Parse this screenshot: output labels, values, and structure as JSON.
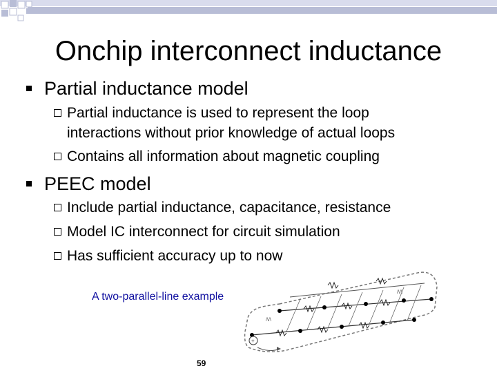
{
  "slide": {
    "title": "Onchip interconnect inductance",
    "bullets": [
      {
        "text": "Partial inductance model",
        "sub": [
          "Partial inductance is used to represent the loop",
          "interactions without prior knowledge of actual loops",
          "Contains all information about magnetic coupling"
        ]
      },
      {
        "text": "PEEC model",
        "sub": [
          "Include partial inductance, capacitance, resistance",
          "Model IC interconnect for circuit simulation",
          "Has sufficient accuracy up to now"
        ]
      }
    ],
    "figure_caption": "A two-parallel-line example",
    "page_number": "59"
  },
  "colors": {
    "caption": "#1010a0",
    "topbar_tile": "#b8bdd6",
    "topbar_tile_light": "#d9dced"
  }
}
